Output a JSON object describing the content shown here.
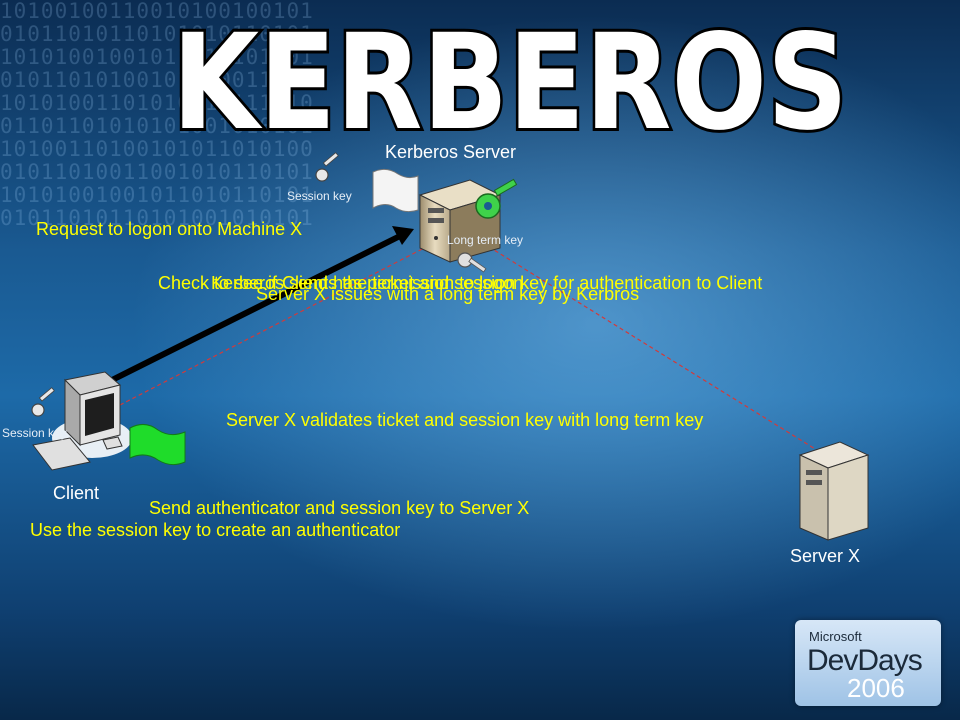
{
  "title": "KERBEROS",
  "nodes": {
    "kerberos_server": "Kerberos Server",
    "client": "Client",
    "server_x": "Server X"
  },
  "key_labels": {
    "session_key_server": "Session key",
    "long_term_key": "Long term key",
    "session_key_client": "Session key"
  },
  "messages": {
    "request_logon": "Request to logon onto Machine X",
    "overlap_1": "Check to see if Client has permission to logon",
    "overlap_2": "Kerberos sends the ticket and session key for authentication to Client",
    "server_x_issue": "Server X issues with a long term key by Kerbros",
    "validate": "Server X validates ticket and session key with long term key",
    "send_auth": "Send authenticator and session key to Server X",
    "use_session": "Use the session key to create an authenticator"
  },
  "logo": {
    "brand": "Microsoft",
    "product": "DevDays",
    "year": "2006"
  },
  "colors": {
    "message_text": "#ffff00",
    "label_text": "#ffffff",
    "key_green": "#3fd24a",
    "ticket_flag": "#1fdc2a"
  }
}
